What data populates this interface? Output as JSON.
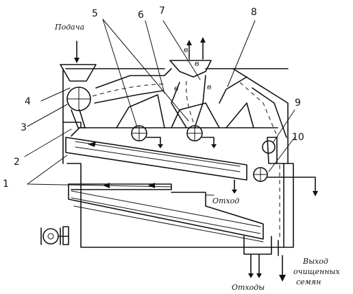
{
  "labels": {
    "feed": "Подача",
    "waste_mid": "Отход",
    "waste_bottom": "Отходы",
    "outlet_line1": "Выход",
    "outlet_line2": "очищенных",
    "outlet_line3": "семян"
  },
  "numbers": [
    "1",
    "2",
    "3",
    "4",
    "5",
    "6",
    "7",
    "8",
    "9",
    "10"
  ],
  "air_marks": [
    "в",
    "в",
    "в",
    "в"
  ]
}
